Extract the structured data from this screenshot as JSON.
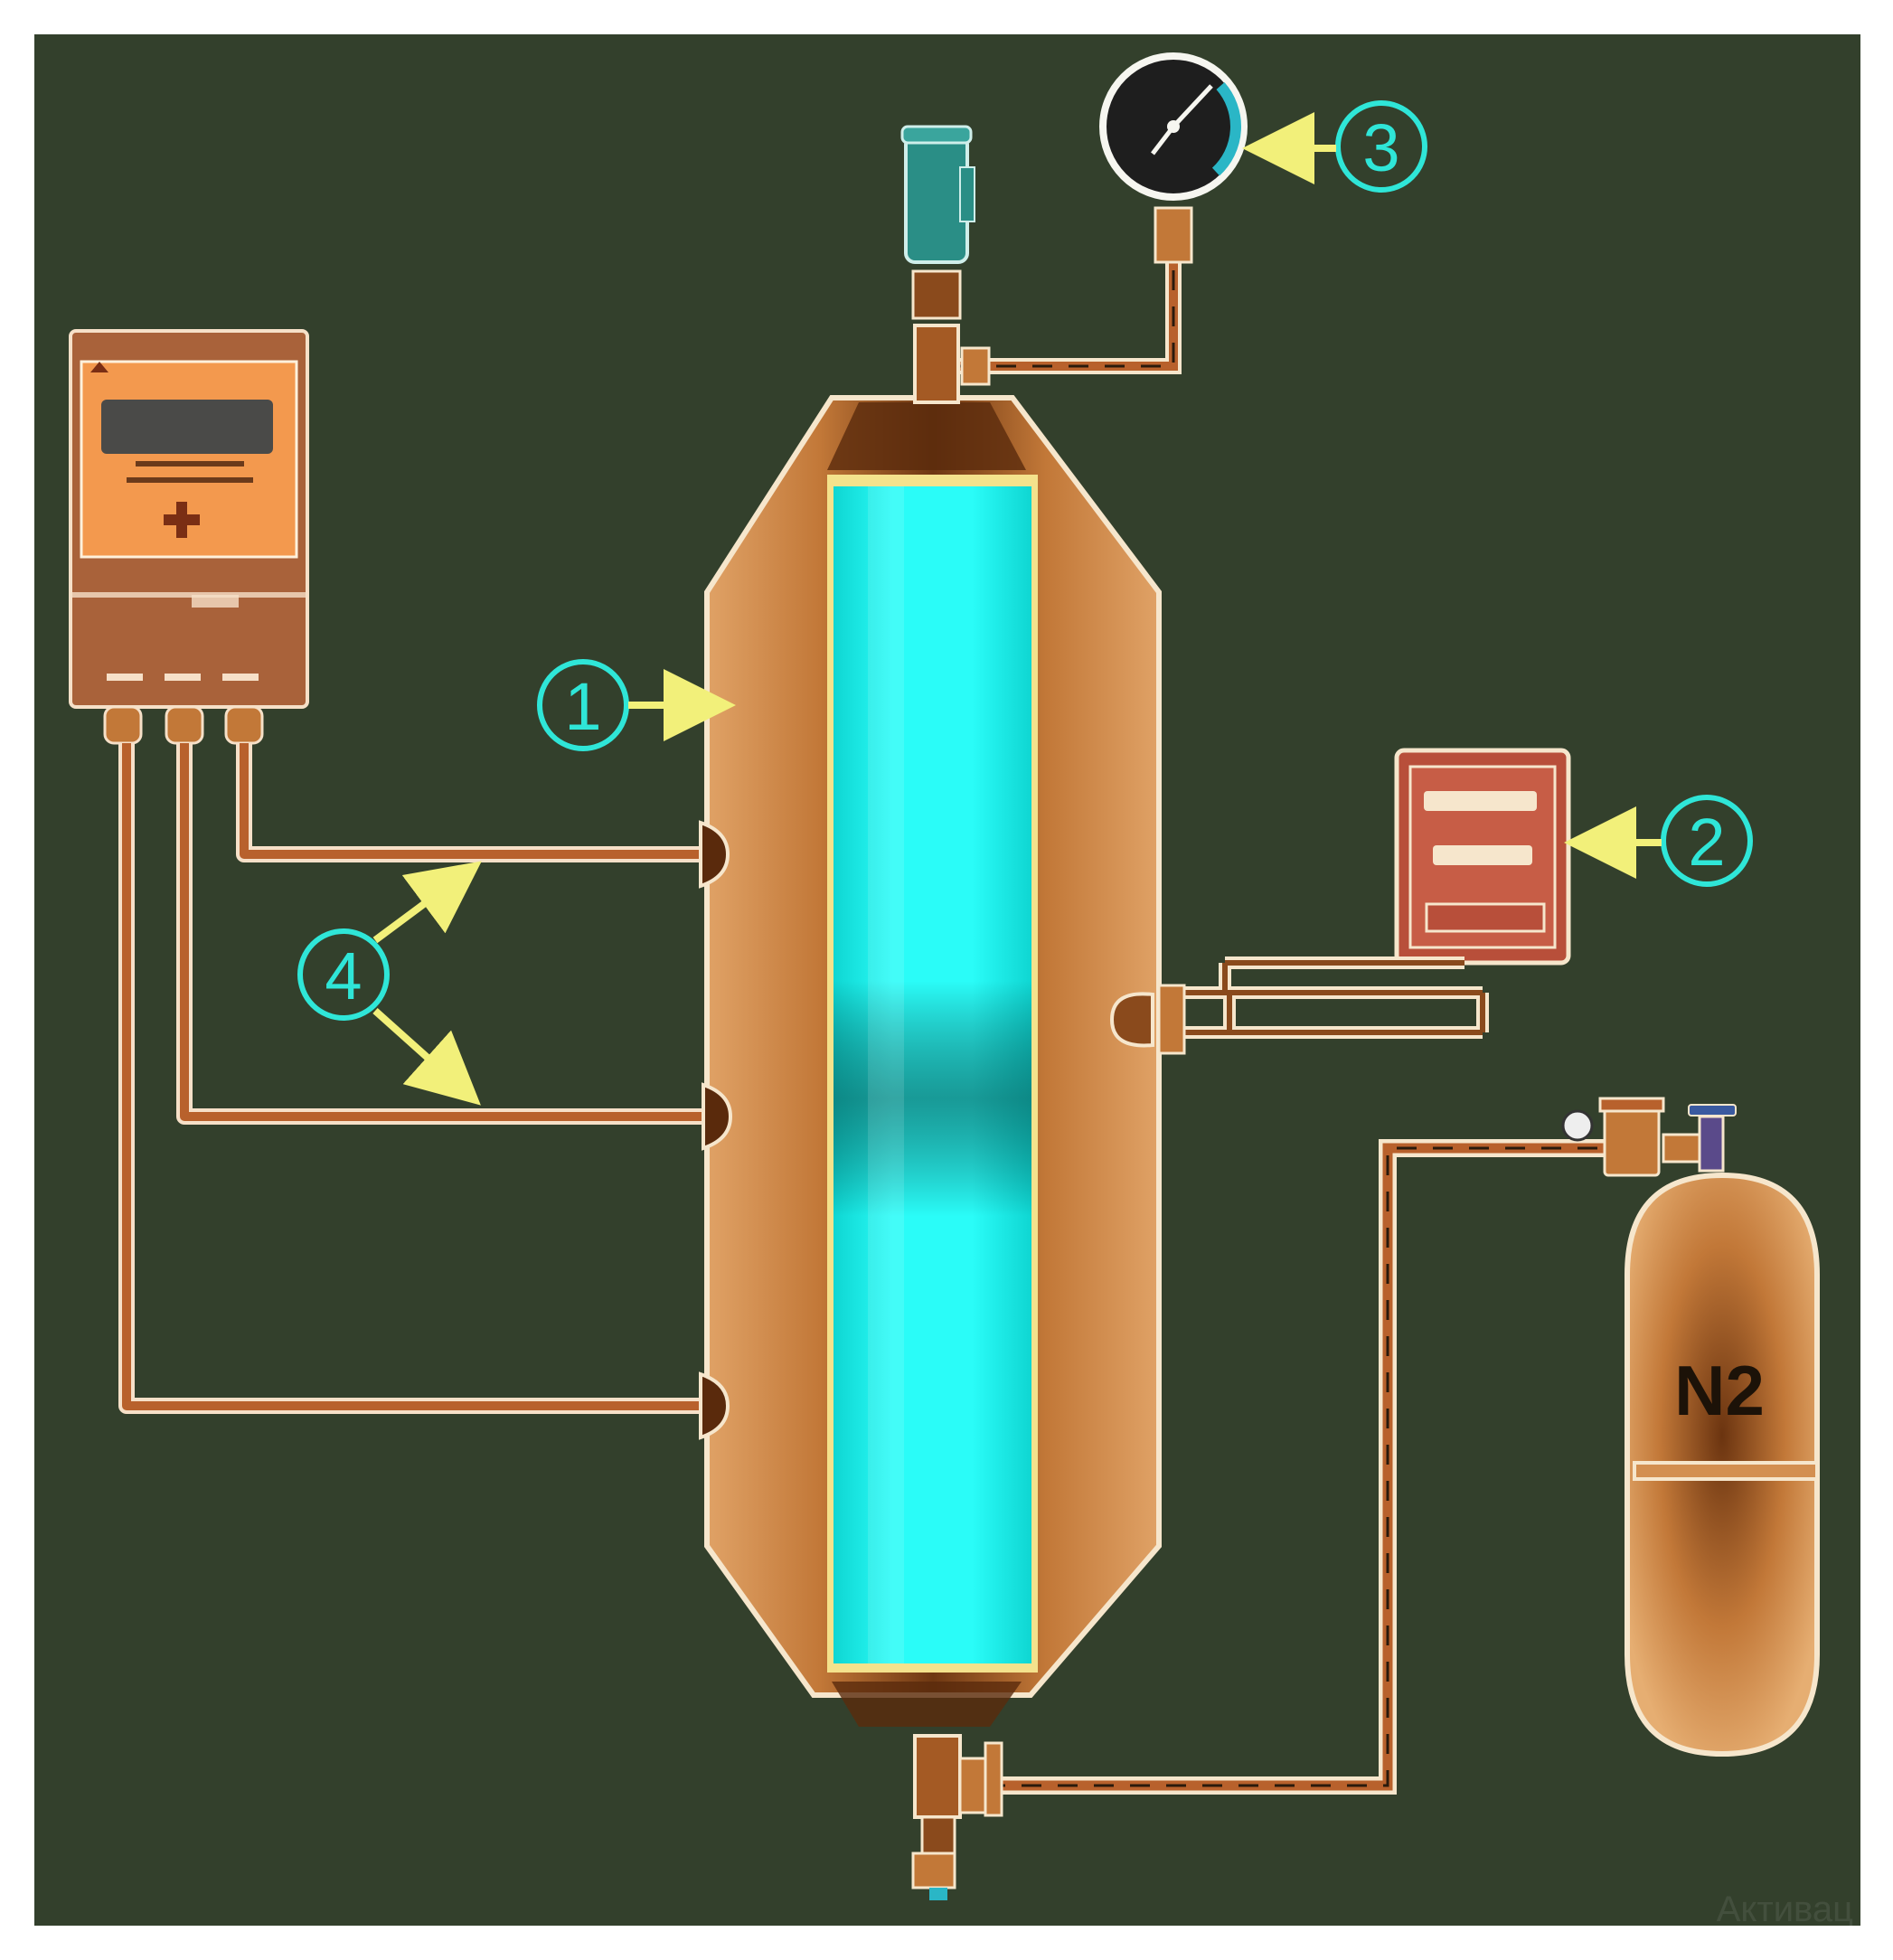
{
  "diagram": {
    "background": "#33402c",
    "accent": "#2fe6d8",
    "arrow_color": "#f2f07a",
    "copper": "#c9803f",
    "liquid": "#16f4f0",
    "labels": {
      "vessel": "1",
      "flow_meter": "2",
      "pressure_gauge": "3",
      "level_sensors": "4"
    },
    "cylinder_text": "N2",
    "watermark": "Активац"
  }
}
